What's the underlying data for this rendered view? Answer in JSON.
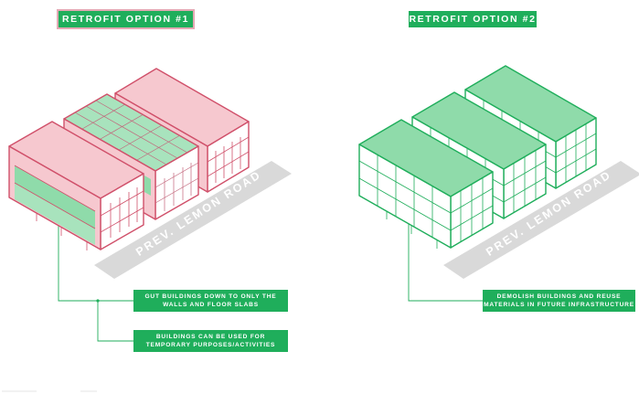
{
  "options": [
    {
      "title": "RETROFIT OPTION #1",
      "road": "PREV. LEMON ROAD",
      "callouts": [
        {
          "line1": "GUT BUILDINGS DOWN TO ONLY THE",
          "line2": "WALLS AND FLOOR SLABS"
        },
        {
          "line1": "BUILDINGS CAN BE USED FOR",
          "line2": "TEMPORARY PURPOSES/ACTIVITIES"
        }
      ]
    },
    {
      "title": "RETROFIT OPTION #2",
      "road": "PREV. LEMON ROAD",
      "callouts": [
        {
          "line1": "DEMOLISH BUILDINGS AND REUSE",
          "line2": "MATERIALS IN FUTURE INFRASTRUCTURE"
        }
      ]
    }
  ],
  "colors": {
    "accent_green": "#1fae5b",
    "light_green": "#8fdbaa",
    "pink": "#f6c8cf",
    "pink_outline": "#d0506a",
    "road_gray": "#d9d9d9"
  }
}
